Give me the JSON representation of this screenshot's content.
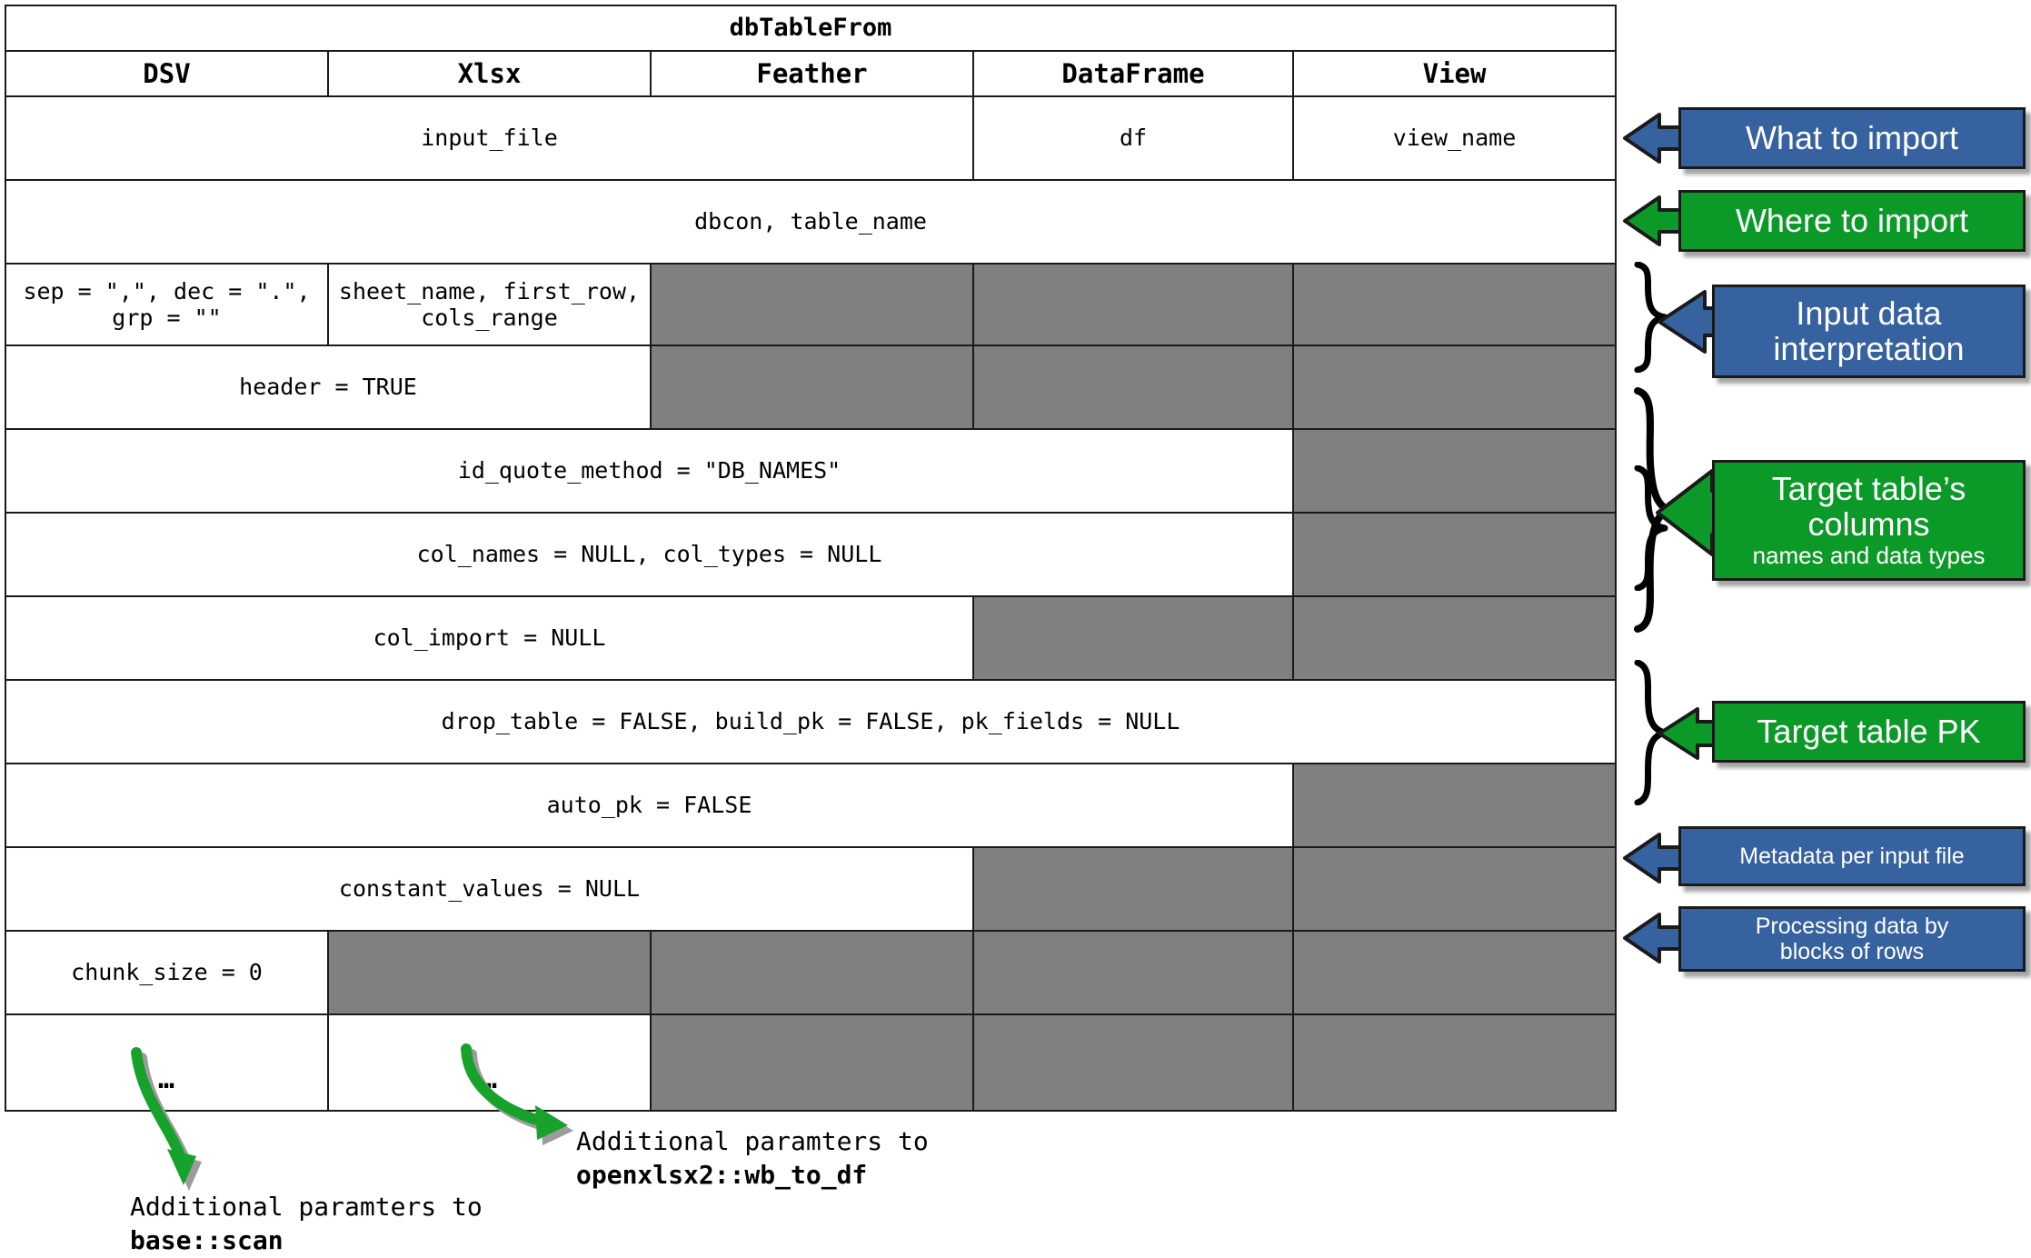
{
  "table": {
    "title": "dbTableFrom",
    "columns": [
      "DSV",
      "Xlsx",
      "Feather",
      "DataFrame",
      "View"
    ],
    "rows": [
      {
        "name": "input-row",
        "cells": [
          {
            "text": "input_file",
            "span": 3,
            "gray": false
          },
          {
            "text": "df",
            "span": 1,
            "gray": false
          },
          {
            "text": "view_name",
            "span": 1,
            "gray": false
          }
        ]
      },
      {
        "name": "connection-row",
        "cells": [
          {
            "text": "dbcon, table_name",
            "span": 5,
            "gray": false
          }
        ]
      },
      {
        "name": "separator-row",
        "cells": [
          {
            "text": "sep = \",\", dec = \".\", grp = \"\"",
            "span": 1,
            "gray": false
          },
          {
            "text": "sheet_name, first_row, cols_range",
            "span": 1,
            "gray": false
          },
          {
            "text": "",
            "span": 1,
            "gray": true
          },
          {
            "text": "",
            "span": 1,
            "gray": true
          },
          {
            "text": "",
            "span": 1,
            "gray": true
          }
        ]
      },
      {
        "name": "header-row",
        "cells": [
          {
            "text": "header = TRUE",
            "span": 2,
            "gray": false
          },
          {
            "text": "",
            "span": 1,
            "gray": true
          },
          {
            "text": "",
            "span": 1,
            "gray": true
          },
          {
            "text": "",
            "span": 1,
            "gray": true
          }
        ]
      },
      {
        "name": "quote-method-row",
        "cells": [
          {
            "text": "id_quote_method = \"DB_NAMES\"",
            "span": 4,
            "gray": false
          },
          {
            "text": "",
            "span": 1,
            "gray": true
          }
        ]
      },
      {
        "name": "col-names-row",
        "cells": [
          {
            "text": "col_names = NULL, col_types = NULL",
            "span": 4,
            "gray": false
          },
          {
            "text": "",
            "span": 1,
            "gray": true
          }
        ]
      },
      {
        "name": "col-import-row",
        "cells": [
          {
            "text": "col_import = NULL",
            "span": 3,
            "gray": false
          },
          {
            "text": "",
            "span": 1,
            "gray": true
          },
          {
            "text": "",
            "span": 1,
            "gray": true
          }
        ]
      },
      {
        "name": "drop-table-row",
        "cells": [
          {
            "text": "drop_table = FALSE, build_pk = FALSE, pk_fields = NULL",
            "span": 5,
            "gray": false
          }
        ]
      },
      {
        "name": "auto-pk-row",
        "cells": [
          {
            "text": "auto_pk = FALSE",
            "span": 4,
            "gray": false
          },
          {
            "text": "",
            "span": 1,
            "gray": true
          }
        ]
      },
      {
        "name": "constant-values-row",
        "cells": [
          {
            "text": "constant_values = NULL",
            "span": 3,
            "gray": false
          },
          {
            "text": "",
            "span": 1,
            "gray": true
          },
          {
            "text": "",
            "span": 1,
            "gray": true
          }
        ]
      },
      {
        "name": "chunk-size-row",
        "cells": [
          {
            "text": "chunk_size = 0",
            "span": 1,
            "gray": false
          },
          {
            "text": "",
            "span": 1,
            "gray": true
          },
          {
            "text": "",
            "span": 1,
            "gray": true
          },
          {
            "text": "",
            "span": 1,
            "gray": true
          },
          {
            "text": "",
            "span": 1,
            "gray": true
          }
        ]
      },
      {
        "name": "more-params-row",
        "cells": [
          {
            "text": "…",
            "span": 1,
            "gray": false
          },
          {
            "text": "…",
            "span": 1,
            "gray": false
          },
          {
            "text": "",
            "span": 1,
            "gray": true
          },
          {
            "text": "",
            "span": 1,
            "gray": true
          },
          {
            "text": "",
            "span": 1,
            "gray": true
          }
        ]
      }
    ]
  },
  "callouts": [
    {
      "name": "what-to-import",
      "label": "What to import",
      "sublabel": "",
      "color": "blue"
    },
    {
      "name": "where-to-import",
      "label": "Where to import",
      "sublabel": "",
      "color": "green"
    },
    {
      "name": "input-data-interpretation",
      "label": "Input data\ninterpretation",
      "sublabel": "",
      "color": "blue"
    },
    {
      "name": "target-table-columns",
      "label": "Target table’s\ncolumns",
      "sublabel": "names and data types",
      "color": "green"
    },
    {
      "name": "target-table-pk",
      "label": "Target table PK",
      "sublabel": "",
      "color": "green"
    },
    {
      "name": "metadata-per-input-file",
      "label": "Metadata per input file",
      "sublabel": "",
      "color": "blue"
    },
    {
      "name": "processing-data-by-blocks",
      "label": "Processing data by\nblocks of rows",
      "sublabel": "",
      "color": "blue"
    }
  ],
  "bottom_notes": [
    {
      "name": "dsv-extra-params",
      "line1": "Additional paramters to",
      "line2": "base::scan"
    },
    {
      "name": "xlsx-extra-params",
      "line1": "Additional paramters to",
      "line2": "openxlsx2::wb_to_df"
    }
  ],
  "colors": {
    "blue": "#36629F",
    "green": "#0B9A28",
    "gray_cell": "#808080",
    "border": "#1a1a1a",
    "arrow_green": "#17A22C"
  }
}
